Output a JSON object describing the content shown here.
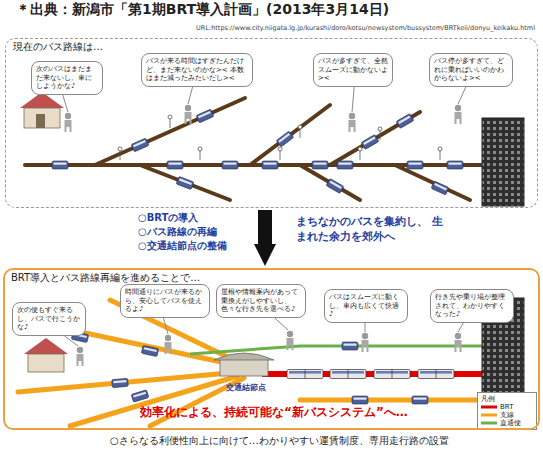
{
  "diagram": {
    "title": "＊出典：新潟市「第1期BRT導入計画」(2013年3月14日)",
    "nodes": [
      {
        "text": [
          "現在のバス路線は…"
        ]
      },
      {
        "text": [
          "次のバスはまだまだ来ないし。車にしようかな♪"
        ],
        "in": 0
      },
      {
        "text": [
          "バスが来る時間はすぎたんだけど、まだ来ないのかな>< 本数はまた減ったみたいだし><"
        ],
        "in": 0
      },
      {
        "text": [
          "バスが多すぎて、全然スムーズに動かないよ><"
        ],
        "in": 0
      },
      {
        "text": [
          "バス停が多すぎて、どれに乗ればいいのかわからないよ><"
        ],
        "in": 0
      },
      {
        "text": [
          "BRT導入とバス路線再編を進めることで…"
        ]
      },
      {
        "text": [
          "次の便もすぐ来るし、バスで行こうかな♪"
        ],
        "in": 5
      },
      {
        "text": [
          "時間通りにバスが来るから、安心してバスを使えるよ♪"
        ],
        "in": 5
      },
      {
        "text": [
          "屋根や情報案内があって乗換えがしやすいし、色々な行き先を選べる♪"
        ],
        "in": 5
      },
      {
        "text": [
          "バスはスムーズに動くし、車内も広くて快適♪"
        ],
        "in": 5
      },
      {
        "text": [
          "行き先や乗り場が整理されて、わかりやすくなった♪"
        ],
        "in": 5
      },
      {
        "text": [
          "交通結節点"
        ],
        "in": 5
      }
    ],
    "edges": [
      {
        "from": 0,
        "to": 5,
        "arrow": "to"
      }
    ],
    "labels": [
      "URL:https://www.city.niigata.lg.jp/kurashi/doro/kotsu/newsystem/bussystem/BRTkeii/donyu_keikaku.html",
      "○BRTの導入",
      "○バス路線の再編",
      "○交通結節点の整備",
      "まちなかのバスを集約し、 生まれた余力を郊外へ",
      "凡例",
      "効率化による、持続可能な“新バスシステム”へ…",
      "○さらなる利便性向上に向けて…わかりやすい運賃制度、専用走行路の設置"
    ],
    "legend": [
      {
        "text": "BRT"
      },
      {
        "text": "支線"
      },
      {
        "text": "直通便"
      }
    ]
  }
}
